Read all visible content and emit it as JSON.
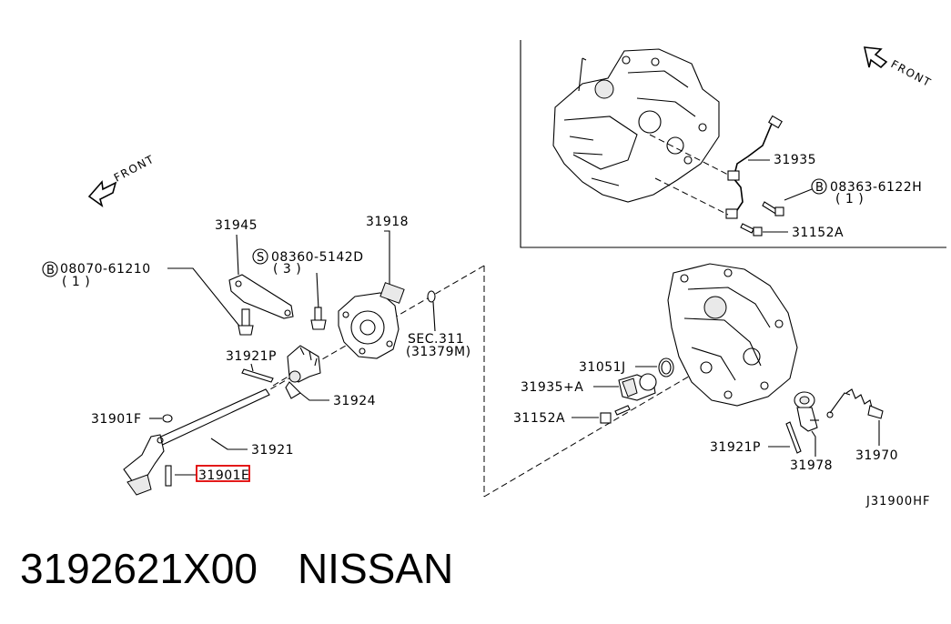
{
  "diagram": {
    "front_labels": [
      "FRONT",
      "FRONT"
    ],
    "callouts": {
      "c31945": "31945",
      "c31918": "31918",
      "bolt_b1": "08070-61210",
      "bolt_b1_qty": "( 1 )",
      "screw_s": "08360-5142D",
      "screw_s_qty": "( 3 )",
      "sec": "SEC.311",
      "sec_ref": "(31379M)",
      "c31921P_left": "31921P",
      "c31924": "31924",
      "c31901F": "31901F",
      "c31921": "31921",
      "c31901E": "31901E",
      "c31935": "31935",
      "bolt_b2": "08363-6122H",
      "bolt_b2_qty": "( 1 )",
      "c31152A_top": "31152A",
      "c31051J": "31051J",
      "c31935A": "31935+A",
      "c31152A_bottom": "31152A",
      "c31921P_right": "31921P",
      "c31978": "31978",
      "c31970": "31970",
      "drawing_code": "J31900HF"
    },
    "badges": {
      "b": "B",
      "s": "S"
    },
    "highlight_color": "#e00000"
  },
  "caption": {
    "part_number": "3192621X00",
    "brand": "NISSAN"
  }
}
